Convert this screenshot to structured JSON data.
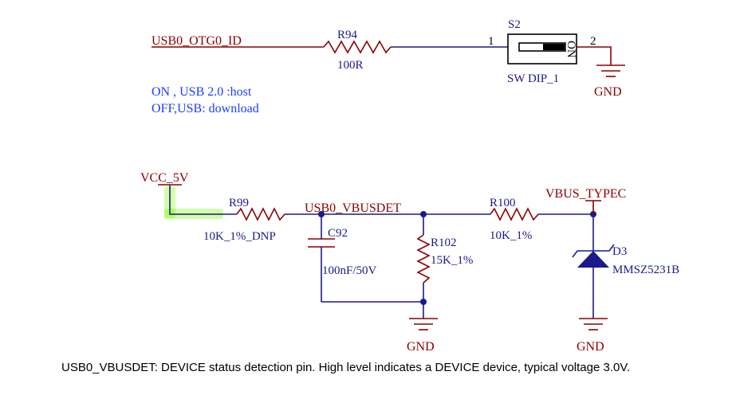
{
  "nets": {
    "otg_id": "USB0_OTG0_ID",
    "vcc": "VCC_5V",
    "vbusdet": "USB0_VBUSDET",
    "vbus_typec": "VBUS_TYPEC",
    "gnd": "GND"
  },
  "components": {
    "r94": {
      "designator": "R94",
      "value": "100R"
    },
    "s2": {
      "designator": "S2",
      "value": "SW DIP_1",
      "pin1": "1",
      "pin2": "2",
      "switch_text": "ON"
    },
    "r99": {
      "designator": "R99",
      "value": "10K_1%_DNP"
    },
    "c92": {
      "designator": "C92",
      "value": "100nF/50V"
    },
    "r102": {
      "designator": "R102",
      "value": "15K_1%"
    },
    "r100": {
      "designator": "R100",
      "value": "10K_1%"
    },
    "d3": {
      "designator": "D3",
      "value": "MMSZ5231B"
    }
  },
  "notes": {
    "on_line": "ON , USB 2.0 :host",
    "off_line": "OFF,USB: download"
  },
  "caption": "USB0_VBUSDET: DEVICE status detection pin. High level indicates a DEVICE device, typical voltage 3.0V.",
  "colors": {
    "net_label": "#8b0000",
    "wire": "#1a1a8c",
    "note": "#1e3cff",
    "highlight": "#7CFC00"
  }
}
